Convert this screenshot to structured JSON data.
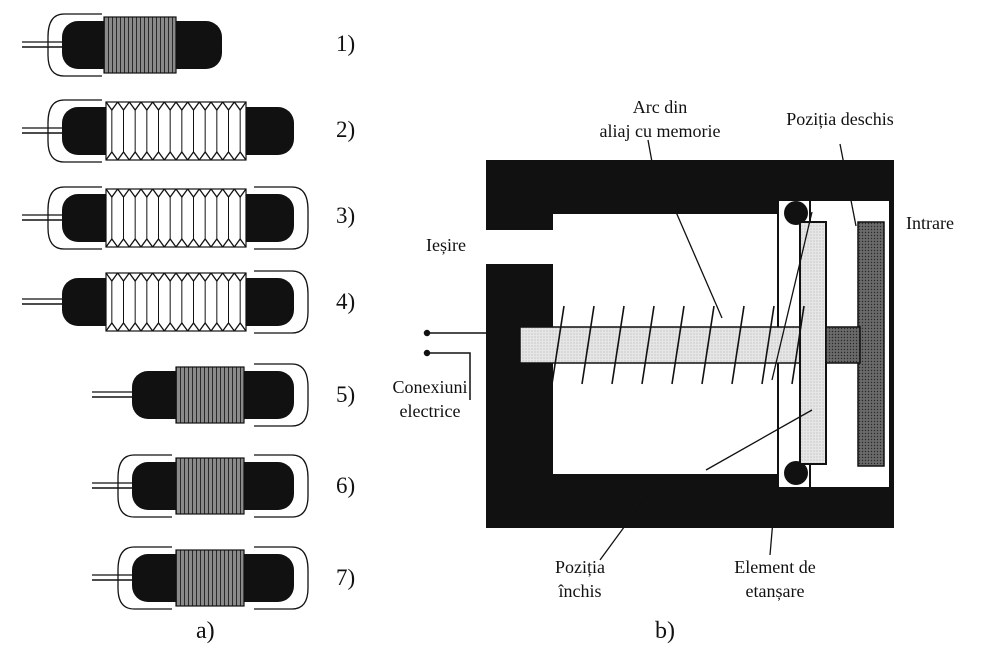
{
  "figure": {
    "panel_a": {
      "caption": "a)",
      "items": [
        {
          "label": "1)",
          "winding": "dense"
        },
        {
          "label": "2)",
          "winding": "bellows"
        },
        {
          "label": "3)",
          "winding": "bellows"
        },
        {
          "label": "4)",
          "winding": "bellows"
        },
        {
          "label": "5)",
          "winding": "dense"
        },
        {
          "label": "6)",
          "winding": "dense"
        },
        {
          "label": "7)",
          "winding": "dense"
        }
      ]
    },
    "panel_b": {
      "caption": "b)",
      "callouts": {
        "arc_line1": "Arc din",
        "arc_line2": "aliaj cu memorie",
        "pozitia_deschis": "Poziția deschis",
        "intrare": "Intrare",
        "iesire": "Ieșire",
        "conexiuni_line1": "Conexiuni",
        "conexiuni_line2": "electrice",
        "pozitia_inchis_line1": "Poziția",
        "pozitia_inchis_line2": "închis",
        "element_line1": "Element de",
        "element_line2": "etanșare"
      }
    },
    "colors": {
      "ink": "#111111",
      "paper": "#ffffff",
      "rod_fill": "#dcdcdc",
      "plate_fill": "#eeeeee",
      "valve_fill": "#555555",
      "coil_fill": "#7a7a7a"
    }
  }
}
